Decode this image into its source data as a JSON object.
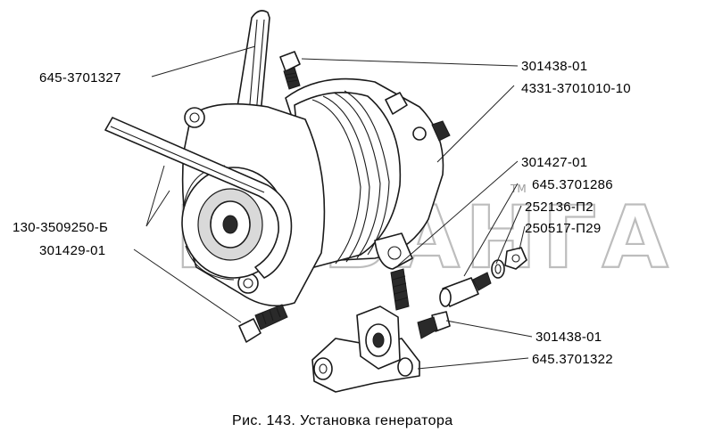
{
  "caption": "Рис. 143. Установка генератора",
  "watermark": {
    "text": "БИБАНГА",
    "mark": "TM"
  },
  "labels": {
    "bracket_rod": "645-3701327",
    "bolt_top": "301438-01",
    "alternator": "4331-3701010-10",
    "belt": "130-3509250-Б",
    "bolt_left": "301429-01",
    "stud": "301427-01",
    "bushing": "645.3701286",
    "washer_spring": "252136-П2",
    "nut": "250517-П29",
    "bolt_bottom": "301438-01",
    "bracket_lower": "645.3701322"
  }
}
